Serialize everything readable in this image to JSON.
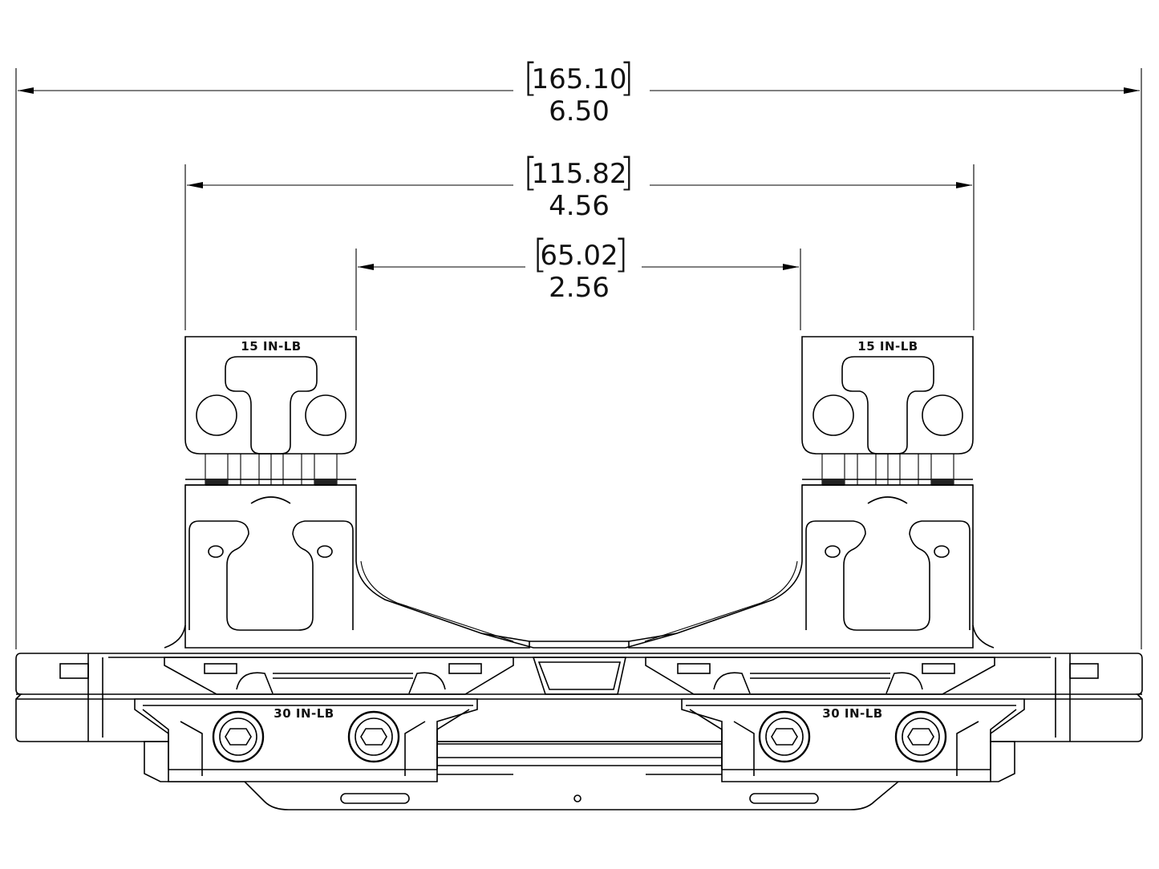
{
  "dimensions": {
    "overall": {
      "metric": "165.10",
      "imperial": "6.50"
    },
    "ring_outer": {
      "metric": "115.82",
      "imperial": "4.56"
    },
    "ring_inner": {
      "metric": "65.02",
      "imperial": "2.56"
    }
  },
  "torque_labels": {
    "ring_left": "15 IN-LB",
    "ring_right": "15 IN-LB",
    "clamp_left": "30 IN-LB",
    "clamp_right": "30 IN-LB"
  }
}
